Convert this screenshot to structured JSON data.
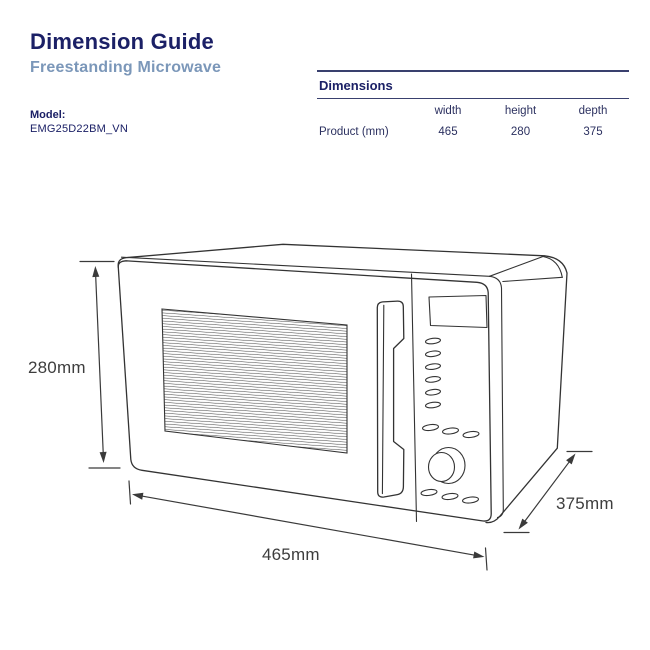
{
  "header": {
    "title": "Dimension Guide",
    "subtitle": "Freestanding Microwave",
    "model_label": "Model:",
    "model_value": "EMG25D22BM_VN"
  },
  "dimensions_table": {
    "title": "Dimensions",
    "columns": [
      "width",
      "height",
      "depth"
    ],
    "rows": [
      {
        "label": "Product (mm)",
        "values": [
          "465",
          "280",
          "375"
        ]
      }
    ]
  },
  "diagram": {
    "subject": "freestanding-microwave-line-drawing",
    "height_label": "280mm",
    "width_label": "465mm",
    "depth_label": "375mm"
  },
  "colors": {
    "title_navy": "#1b2066",
    "subtitle_blue": "#7b97b9",
    "table_text": "#2c3160",
    "table_rule": "#39406e",
    "drawing_stroke": "#333333",
    "dimension_text": "#3d3d3d"
  }
}
